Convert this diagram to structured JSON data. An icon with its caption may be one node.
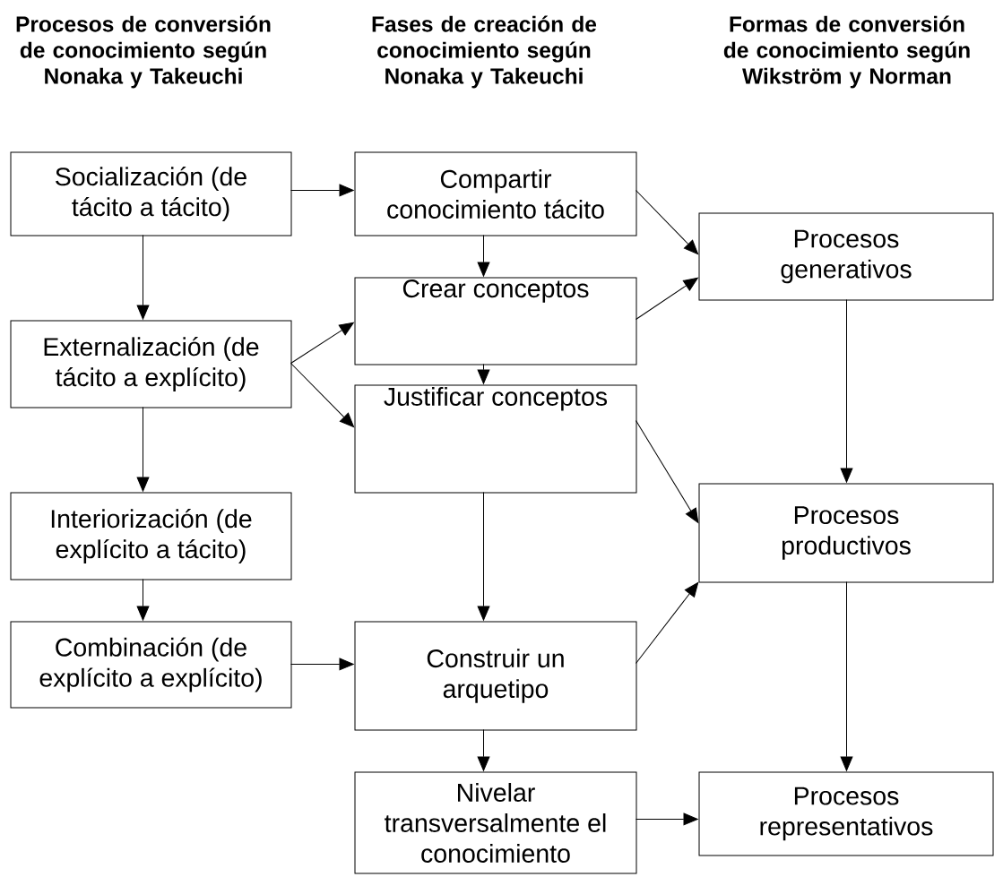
{
  "diagram": {
    "nodes": [
      {
        "text": [
          "Socialización (de tácito a tácito)"
        ]
      },
      {
        "text": [
          "Externalización (de tácito a explícito)"
        ]
      },
      {
        "text": [
          "Interiorización (de explícito a tácito)"
        ]
      },
      {
        "text": [
          "Combinación (de explícito a explícito)"
        ]
      },
      {
        "text": [
          "Compartir conocimiento tácito"
        ]
      },
      {
        "text": [
          "Crear conceptos"
        ]
      },
      {
        "text": [
          "Justificar conceptos"
        ]
      },
      {
        "text": [
          "Construir un arquetipo"
        ]
      },
      {
        "text": [
          "Nivelar transversalmente el conocimiento"
        ]
      },
      {
        "text": [
          "Procesos generativos"
        ]
      },
      {
        "text": [
          "Procesos productivos"
        ]
      },
      {
        "text": [
          "Procesos representativos"
        ]
      }
    ],
    "edges": [
      {
        "from": 0,
        "to": 4,
        "arrow": "to"
      },
      {
        "from": 0,
        "to": 1,
        "arrow": "to"
      },
      {
        "from": 1,
        "to": 2,
        "arrow": "to"
      },
      {
        "from": 2,
        "to": 3,
        "arrow": "to"
      },
      {
        "from": 3,
        "to": 7,
        "arrow": "to"
      },
      {
        "from": 4,
        "to": 5,
        "arrow": "to"
      },
      {
        "from": 5,
        "to": 6,
        "arrow": "to"
      },
      {
        "from": 1,
        "to": 5,
        "arrow": "to"
      },
      {
        "from": 1,
        "to": 6,
        "arrow": "to"
      },
      {
        "from": 4,
        "to": 9,
        "arrow": "to"
      },
      {
        "from": 5,
        "to": 9,
        "arrow": "to"
      },
      {
        "from": 6,
        "to": 10,
        "arrow": "to"
      },
      {
        "from": 6,
        "to": 7,
        "arrow": "to"
      },
      {
        "from": 7,
        "to": 10,
        "arrow": "to"
      },
      {
        "from": 7,
        "to": 8,
        "arrow": "to"
      },
      {
        "from": 8,
        "to": 11,
        "arrow": "to"
      },
      {
        "from": 9,
        "to": 10,
        "arrow": "to"
      },
      {
        "from": 10,
        "to": 11,
        "arrow": "to"
      }
    ],
    "labels": [
      "Procesos de conversión de conocimiento según Nonaka y Takeuchi",
      "Fases de creación de conocimiento según Nonaka y Takeuchi",
      "Formas de conversión de conocimiento según Wikström y Norman"
    ]
  }
}
